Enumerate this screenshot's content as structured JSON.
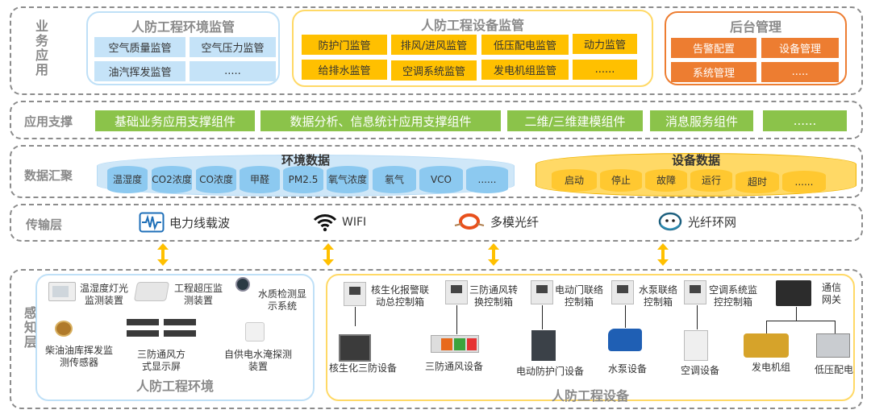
{
  "layers": {
    "business": "业务应用",
    "support": "应用支撑",
    "data": "数据汇聚",
    "transport": "传输层",
    "perception": "感知层"
  },
  "business": {
    "env_monitor": {
      "title": "人防工程环境监管",
      "items": [
        "空气质量监管",
        "空气压力监管",
        "油汽挥发监管",
        "....."
      ]
    },
    "device_monitor": {
      "title": "人防工程设备监管",
      "items": [
        "防护门监管",
        "排风/进风监管",
        "低压配电监管",
        "动力监管",
        "给排水监管",
        "空调系统监管",
        "发电机组监管",
        "......"
      ]
    },
    "backend": {
      "title": "后台管理",
      "items": [
        "告警配置",
        "设备管理",
        "系统管理",
        "....."
      ]
    }
  },
  "support": {
    "items": [
      "基础业务应用支撑组件",
      "数据分析、信息统计应用支撑组件",
      "二维/三维建模组件",
      "消息服务组件",
      "......"
    ]
  },
  "data": {
    "env": {
      "title": "环境数据",
      "items": [
        "温湿度",
        "CO2浓度",
        "CO浓度",
        "甲醛",
        "PM2.5",
        "氧气浓度",
        "氡气",
        "VCO",
        "......"
      ]
    },
    "device": {
      "title": "设备数据",
      "items": [
        "启动",
        "停止",
        "故障",
        "运行",
        "超时",
        "......"
      ]
    }
  },
  "transport": {
    "items": [
      {
        "label": "电力线载波",
        "icon": "waveform-icon"
      },
      {
        "label": "WIFI",
        "icon": "wifi-icon"
      },
      {
        "label": "多模光纤",
        "icon": "fiber-coil-icon"
      },
      {
        "label": "光纤环网",
        "icon": "fiber-ring-icon"
      }
    ]
  },
  "perception": {
    "env": {
      "title": "人防工程环境",
      "devices": [
        "温湿度灯光监测装置",
        "工程超压监测装置",
        "水质检测显示系统",
        "柴油油库挥发监测传感器",
        "三防通风方式显示屏",
        "自供电水淹探测装置"
      ]
    },
    "equipment": {
      "title": "人防工程设备",
      "controllers": [
        "核生化报警联动总控制箱",
        "三防通风转换控制箱",
        "电动门联络控制箱",
        "水泵联络控制箱",
        "空调系统监控控制箱",
        "通信网关"
      ],
      "devices": [
        "核生化三防设备",
        "三防通风设备",
        "电动防护门设备",
        "水泵设备",
        "空调设备",
        "发电机组",
        "低压配电"
      ]
    }
  },
  "colors": {
    "env_accent": "#c5e3f8",
    "device_accent": "#ffc000",
    "backend_accent": "#ed7d31",
    "support_accent": "#8bc34a",
    "arrow": "#ffc000"
  }
}
